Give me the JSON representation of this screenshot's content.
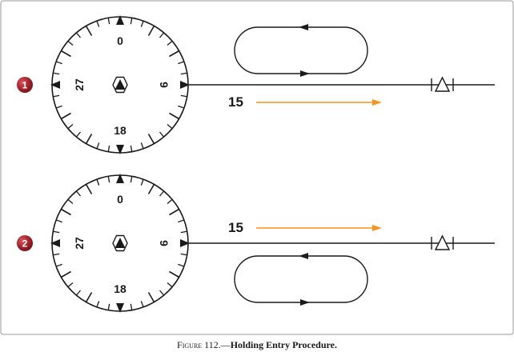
{
  "figure": {
    "caption": {
      "label": "Figure 112.",
      "dash": "—",
      "title": "Holding Entry Procedure."
    },
    "panels": [
      {
        "marker": "1",
        "compass": {
          "north": "0",
          "east": "9",
          "south": "18",
          "west": "27"
        },
        "course_label": "15",
        "holding_pattern": "above-course"
      },
      {
        "marker": "2",
        "compass": {
          "north": "0",
          "east": "9",
          "south": "18",
          "west": "27"
        },
        "course_label": "15",
        "holding_pattern": "below-course"
      }
    ]
  },
  "colors": {
    "frame": "#9a9a9a",
    "ink": "#1a1a1a",
    "course_arrow": "#f7941d",
    "marker_fill": "#a3232b",
    "marker_text": "#ffffff"
  }
}
